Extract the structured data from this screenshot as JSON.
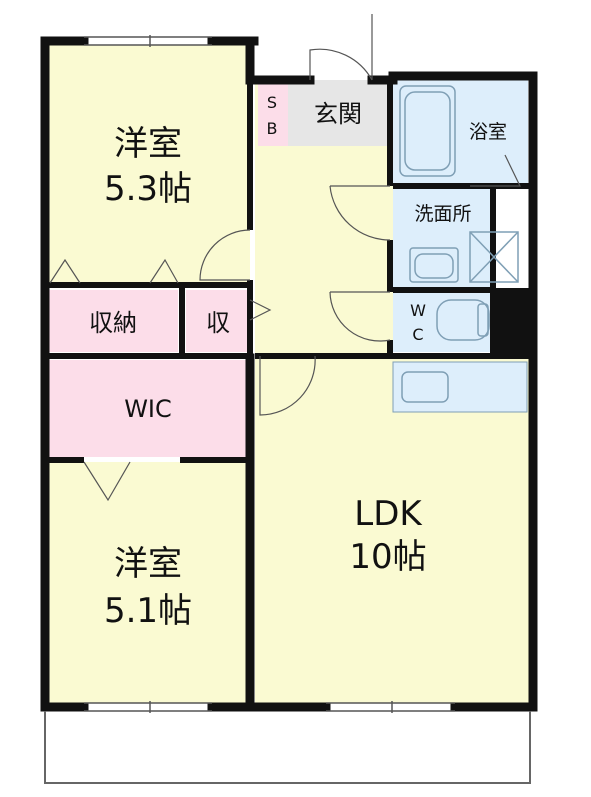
{
  "rooms": {
    "western_top": {
      "line1": "洋室",
      "line2": "5.3帖"
    },
    "western_bottom": {
      "line1": "洋室",
      "line2": "5.1帖"
    },
    "storage": "収納",
    "storage_small": "収",
    "wic": "WIC",
    "entrance": "玄関",
    "shoe_box_s": "S",
    "shoe_box_b": "B",
    "bathroom": "浴室",
    "washroom": "洗面所",
    "wc_w": "W",
    "wc_c": "C",
    "ldk": {
      "line1": "LDK",
      "line2": "10帖"
    }
  },
  "colors": {
    "wall": "#111111",
    "western_room": "#fafad2",
    "storage": "#fcdde9",
    "entrance": "#e6e6e6",
    "wet_area": "#ddeefb",
    "fixture_outline": "#7f9fb5"
  }
}
